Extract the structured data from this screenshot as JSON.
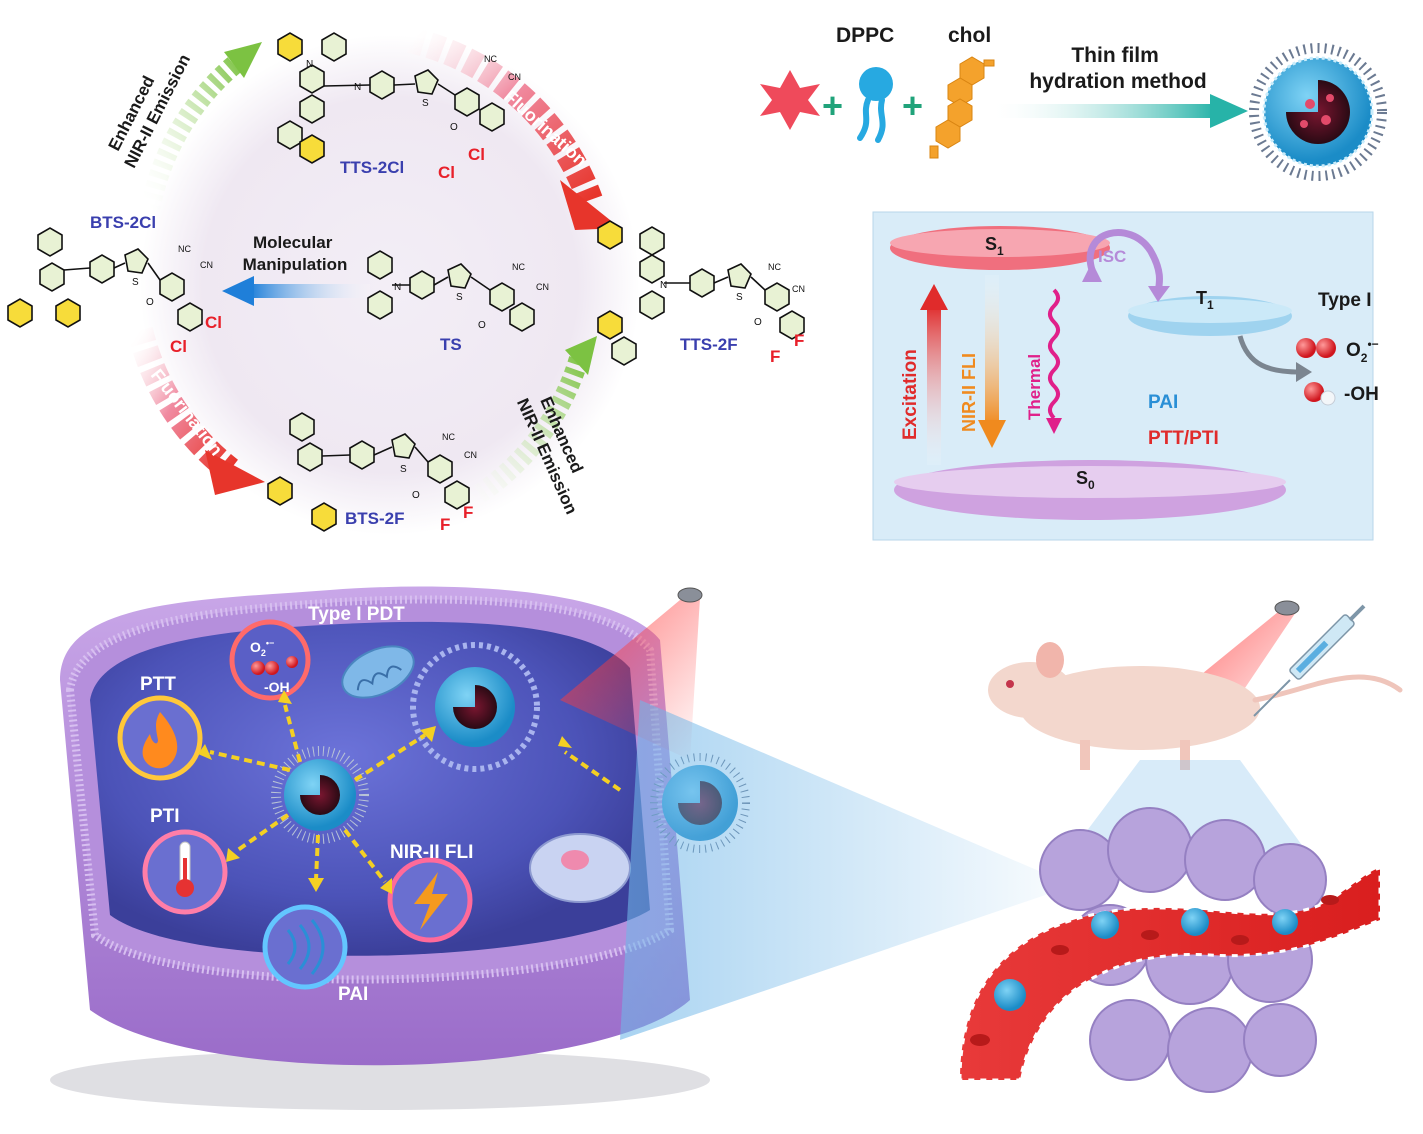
{
  "colors": {
    "molecule_blue": "#3a3fae",
    "halogen_red": "#e8202a",
    "arrow_red": "#e7352b",
    "arrow_green": "#7cc242",
    "arrow_blue": "#1f7fd9",
    "panel_bg": "#d9ecf8",
    "s1_pink": "#f06f7e",
    "t1_blue": "#9fd3ef",
    "s0_violet": "#cfa2e0",
    "isc_violet": "#b58ad8",
    "excitation_red": "#e02b2b",
    "fli_orange": "#f08a1e",
    "thermal_magenta": "#e0208a",
    "pai_blue": "#2a8fd6",
    "cell_purple": "#a97fd4",
    "cell_inner": "#5b62c8",
    "nano_blue": "#27a9e1",
    "vessel_red": "#e32a2a",
    "tumor_purple": "#b7a3dc"
  },
  "cycle": {
    "enhanced_top": {
      "line1": "Enhanced",
      "line2": "NIR-II Emission"
    },
    "enhanced_bottom": {
      "line1": "Enhanced",
      "line2": "NIR-II Emission"
    },
    "fluorination_right": "Fluorination",
    "fluorination_left": "Fluorination",
    "molecular_manipulation": {
      "line1": "Molecular",
      "line2": "Manipulation"
    },
    "molecules": {
      "tts2cl": {
        "name": "TTS-2Cl",
        "halogen": "Cl"
      },
      "bts2cl": {
        "name": "BTS-2Cl",
        "halogen": "Cl"
      },
      "ts": {
        "name": "TS"
      },
      "tts2f": {
        "name": "TTS-2F",
        "halogen": "F"
      },
      "bts2f": {
        "name": "BTS-2F",
        "halogen": "F"
      }
    },
    "atoms": {
      "n": "N",
      "s": "S",
      "o": "O",
      "cn": "CN",
      "nc": "NC"
    }
  },
  "prep": {
    "dppc": "DPPC",
    "chol": "chol",
    "plus": "+",
    "method_line1": "Thin film",
    "method_line2": "hydration method"
  },
  "jablonski": {
    "s1": "S",
    "s1_sub": "1",
    "t1": "T",
    "t1_sub": "1",
    "s0": "S",
    "s0_sub": "0",
    "isc": "ISC",
    "excitation": "Excitation",
    "fli": "NIR-II FLI",
    "thermal": "Thermal",
    "pai": "PAI",
    "ptt_pti": "PTT/PTI",
    "type1": "Type I",
    "superoxide": "O",
    "superoxide_sub": "2",
    "superoxide_sup": "•−",
    "hydroxyl": "-OH"
  },
  "cell": {
    "type1_pdt": "Type I PDT",
    "ptt": "PTT",
    "pti": "PTI",
    "nir_fli": "NIR-II FLI",
    "pai": "PAI",
    "o2": "O",
    "o2_sub": "2",
    "o2_sup": "•−",
    "oh": "-OH"
  }
}
